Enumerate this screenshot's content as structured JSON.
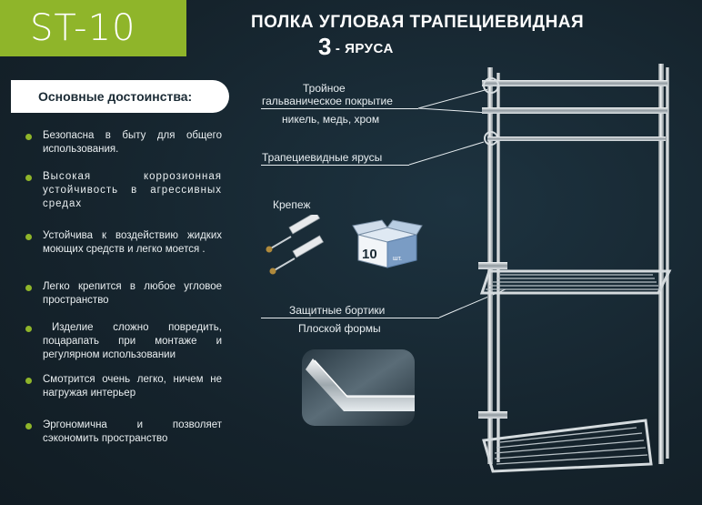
{
  "model": "ST-10",
  "title": {
    "line1": "ПОЛКА УГЛОВАЯ ТРАПЕЦИЕВИДНАЯ",
    "tier_count": "3",
    "tier_suffix": "- ЯРУСА"
  },
  "advantages": {
    "heading": "Основные достоинства:",
    "items": [
      "Безопасна в быту для общего использования.",
      "Высокая коррозионная устойчивость в агрессивных средах",
      "Устойчива к воздействию жидких моющих средств и легко моется .",
      "Легко крепится в любое угловое пространство",
      "Изделие сложно повредить, поцарапать при монтаже и регулярном использовании",
      "Смотрится очень легко, ничем не нагружая интерьер",
      "Эргономична и позволяет сэкономить пространство"
    ]
  },
  "callouts": {
    "coating_line1": "Тройное",
    "coating_line2": "гальваническое покрытие",
    "coating_metals": "никель, медь, хром",
    "tiers": "Трапециевидные ярусы",
    "fasteners": "Крепеж",
    "box_qty": "10",
    "box_unit": "шт.",
    "rims": "Защитные бортики",
    "rims_shape": "Плоской формы"
  },
  "colors": {
    "accent": "#8fb52a",
    "background": "#17262f"
  }
}
